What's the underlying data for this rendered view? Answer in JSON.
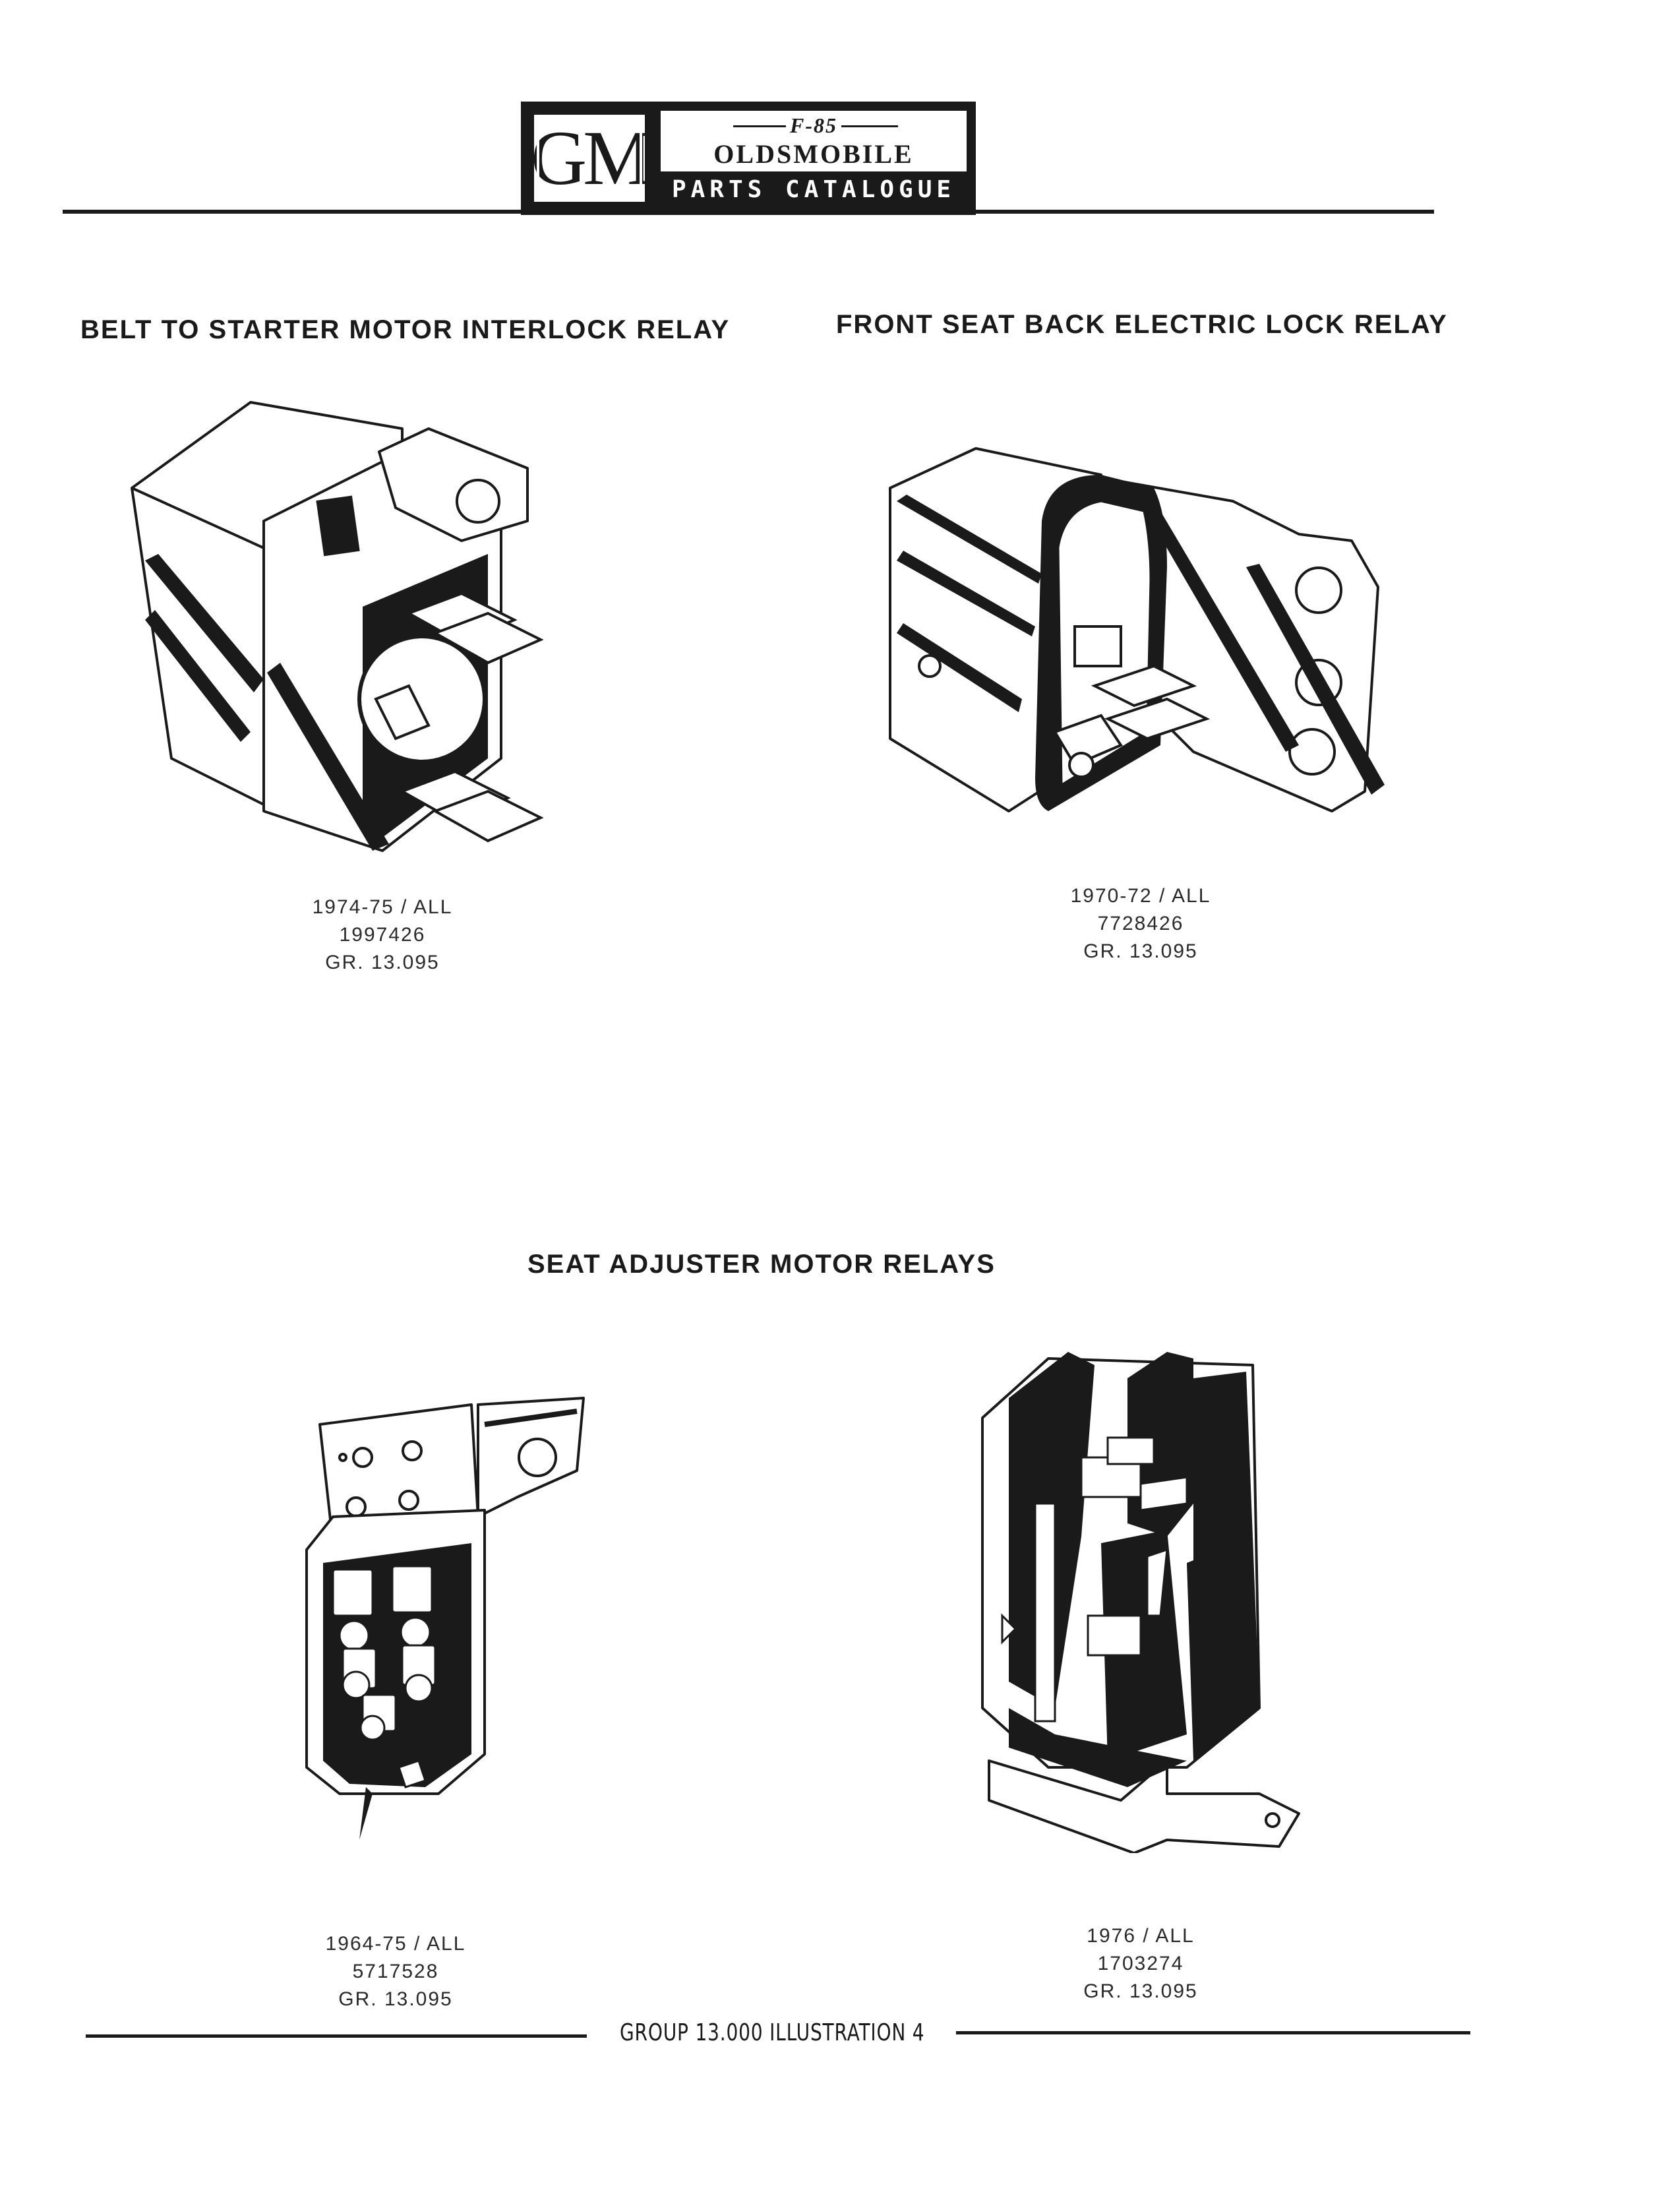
{
  "header": {
    "badge": "GM",
    "emblem": "F-85",
    "brand": "OLDSMOBILE",
    "catalogue": "PARTS CATALOGUE"
  },
  "sections": {
    "belt_relay": {
      "title": "BELT TO STARTER MOTOR INTERLOCK RELAY",
      "caption": [
        "1974-75 / ALL",
        "1997426",
        "GR. 13.095"
      ]
    },
    "seat_back_relay": {
      "title": "FRONT SEAT BACK ELECTRIC LOCK RELAY",
      "caption": [
        "1970-72 / ALL",
        "7728426",
        "GR. 13.095"
      ]
    },
    "seat_adjuster": {
      "title": "SEAT ADJUSTER MOTOR RELAYS",
      "items": [
        {
          "caption": [
            "1964-75 / ALL",
            "5717528",
            "GR. 13.095"
          ]
        },
        {
          "caption": [
            "1976 / ALL",
            "1703274",
            "GR. 13.095"
          ]
        }
      ]
    }
  },
  "footer": {
    "label": "GROUP 13.000 ILLUSTRATION 4"
  },
  "colors": {
    "ink": "#1a1a1a",
    "paper": "#ffffff"
  }
}
